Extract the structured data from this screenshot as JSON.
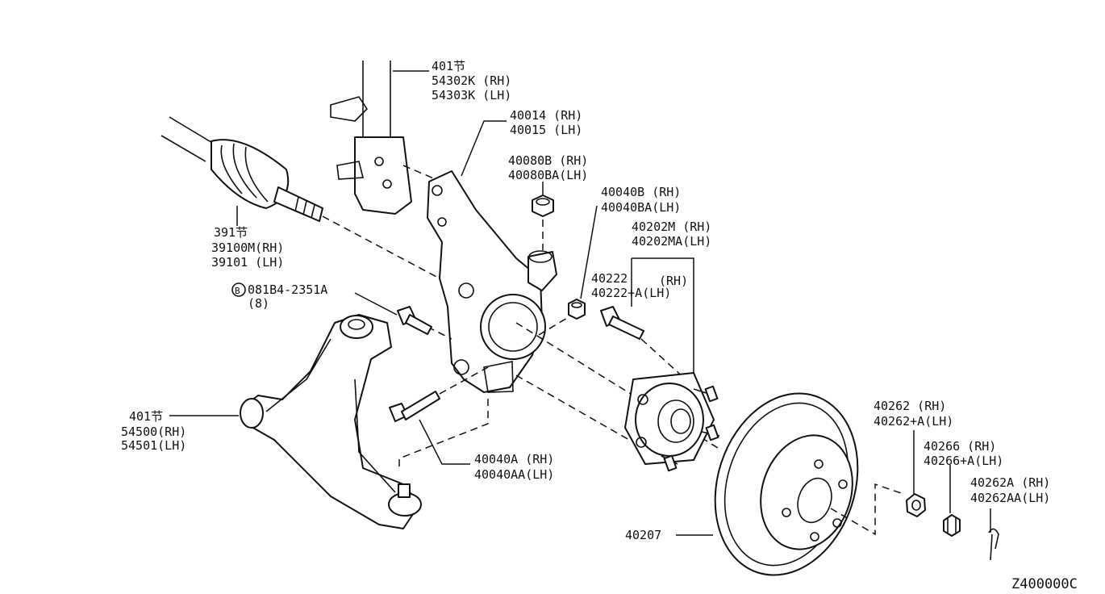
{
  "labels": {
    "strut_ref": "401节",
    "strut_rh": "54302K (RH)",
    "strut_lh": "54303K (LH)",
    "knuckle_rh": "40014 (RH)",
    "knuckle_lh": "40015 (LH)",
    "nut_top_rh": "40080B (RH)",
    "nut_top_lh": "40080BA(LH)",
    "nut_mid_rh": "40040B (RH)",
    "nut_mid_lh": "40040BA(LH)",
    "hub_rh": "40202M (RH)",
    "hub_lh": "40202MA(LH)",
    "hubbolt_a": "40222",
    "hubbolt_a_rh": "(RH)",
    "hubbolt_b": "40222+A(LH)",
    "shaft_ref": "391节",
    "shaft_rh": "39100M(RH)",
    "shaft_lh": "39101 (LH)",
    "bolt_marker": "B",
    "bolt_part": "081B4-2351A",
    "bolt_qty": "(8)",
    "arm_ref": "401节",
    "arm_rh": "54500(RH)",
    "arm_lh": "54501(LH)",
    "lowbolt_rh": "40040A (RH)",
    "lowbolt_lh": "40040AA(LH)",
    "rotor": "40207",
    "nut1_rh": "40262 (RH)",
    "nut1_lh": "40262+A(LH)",
    "nut2_rh": "40266 (RH)",
    "nut2_lh": "40266+A(LH)",
    "pin_rh": "40262A (RH)",
    "pin_lh": "40262AA(LH)",
    "diagram_code": "Z400000C"
  }
}
